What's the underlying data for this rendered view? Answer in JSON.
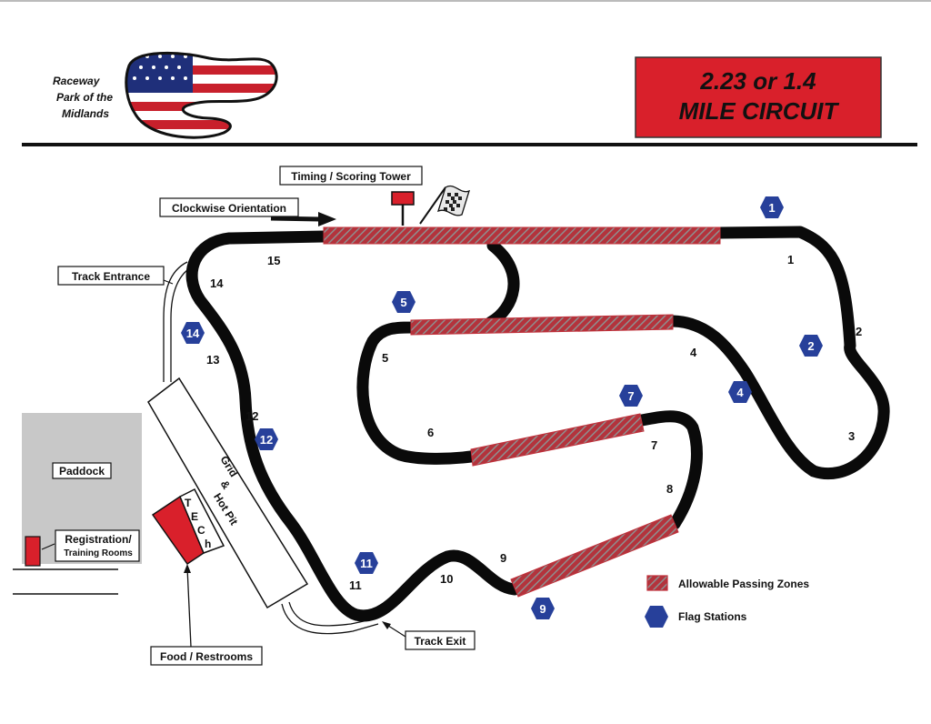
{
  "logo": {
    "line1": "Raceway",
    "line2": "Park of the",
    "line3": "Midlands"
  },
  "header": {
    "line1": "2.23 or 1.4",
    "line2": "MILE CIRCUIT",
    "accent": "#d9202b"
  },
  "labels": {
    "timing_tower": "Timing / Scoring Tower",
    "orientation": "Clockwise Orientation",
    "track_entrance": "Track Entrance",
    "paddock": "Paddock",
    "registration_1": "Registration/",
    "registration_2": "Training Rooms",
    "grid_1": "Grid",
    "grid_2": "&",
    "grid_3": "Hot Pit",
    "tech": [
      "T",
      "E",
      "C",
      "h"
    ],
    "food": "Food / Restrooms",
    "track_exit": "Track Exit"
  },
  "legend": {
    "passing": "Allowable Passing Zones",
    "flags": "Flag Stations"
  },
  "turns": [
    "1",
    "2",
    "3",
    "4",
    "5",
    "6",
    "7",
    "8",
    "9",
    "10",
    "11",
    "12",
    "13",
    "14",
    "15"
  ],
  "flags": [
    "1",
    "2",
    "4",
    "5",
    "7",
    "9",
    "11",
    "12",
    "14"
  ],
  "colors": {
    "track": "#0a0a0a",
    "passing": "#c0303a",
    "flag": "#27409a",
    "paddock": "#c8c8c8"
  }
}
